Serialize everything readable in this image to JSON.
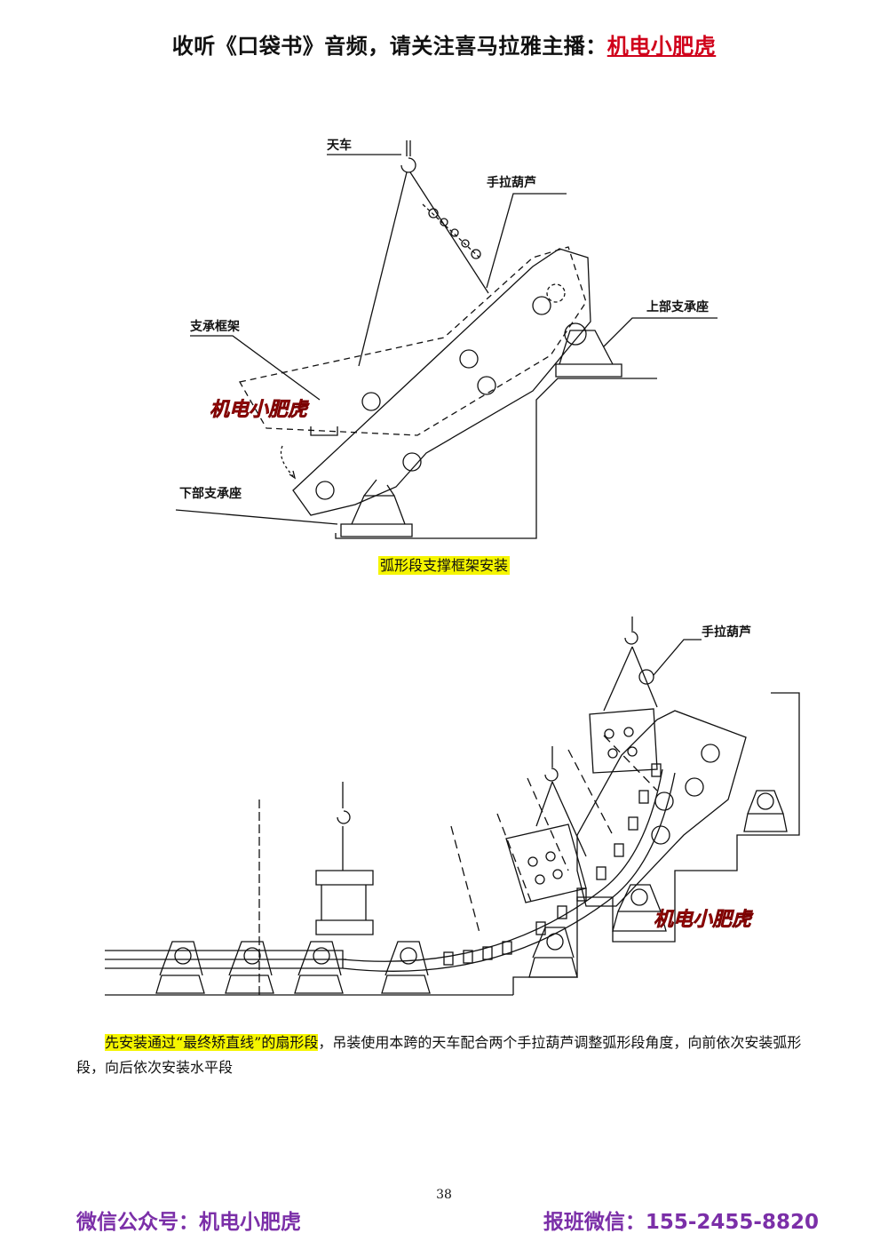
{
  "header": {
    "prefix": "收听《口袋书》音频，请关注喜马拉雅主播：",
    "brand": "机电小肥虎"
  },
  "figure1": {
    "labels": {
      "crane": "天车",
      "hoist": "手拉葫芦",
      "frame": "支承框架",
      "upper_seat": "上部支承座",
      "lower_seat": "下部支承座"
    },
    "watermark": "机电小肥虎",
    "caption": "弧形段支撑框架安装"
  },
  "figure2": {
    "labels": {
      "hoist": "手拉葫芦"
    },
    "watermark": "机电小肥虎"
  },
  "paragraph": {
    "highlight": "先安装通过“最终矫直线”的扇形段",
    "rest": "，吊装使用本跨的天车配合两个手拉葫芦调整弧形段角度，向前依次安装弧形段，向后依次安装水平段"
  },
  "page_number": "38",
  "footer": {
    "left": "微信公众号：机电小肥虎",
    "right": "报班微信：155-2455-8820"
  },
  "colors": {
    "brand_red": "#d0021b",
    "footer_purple": "#7b2fa8",
    "highlight_yellow": "#f5f500"
  }
}
